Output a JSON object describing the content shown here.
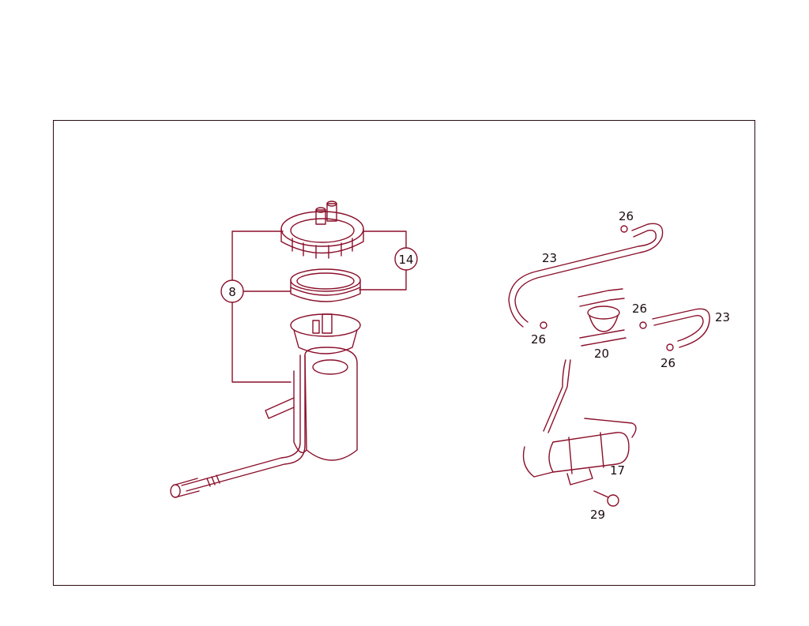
{
  "diagram": {
    "type": "exploded-parts-diagram",
    "subject": "fuel pump / sender assembly",
    "line_color": "#8a0f2a",
    "frame_color": "#2a0a10",
    "callouts": [
      {
        "id": "8",
        "circled": true
      },
      {
        "id": "14",
        "circled": true
      },
      {
        "id": "26a",
        "text": "26"
      },
      {
        "id": "23a",
        "text": "23"
      },
      {
        "id": "26b",
        "text": "26"
      },
      {
        "id": "26c",
        "text": "26"
      },
      {
        "id": "23b",
        "text": "23"
      },
      {
        "id": "20",
        "text": "20"
      },
      {
        "id": "26d",
        "text": "26"
      },
      {
        "id": "17",
        "text": "17"
      },
      {
        "id": "29",
        "text": "29"
      }
    ],
    "labels": {
      "c8": "8",
      "c14": "14",
      "l26a": "26",
      "l23a": "23",
      "l26b": "26",
      "l26c": "26",
      "l23b": "23",
      "l20": "20",
      "l26d": "26",
      "l17": "17",
      "l29": "29"
    }
  }
}
